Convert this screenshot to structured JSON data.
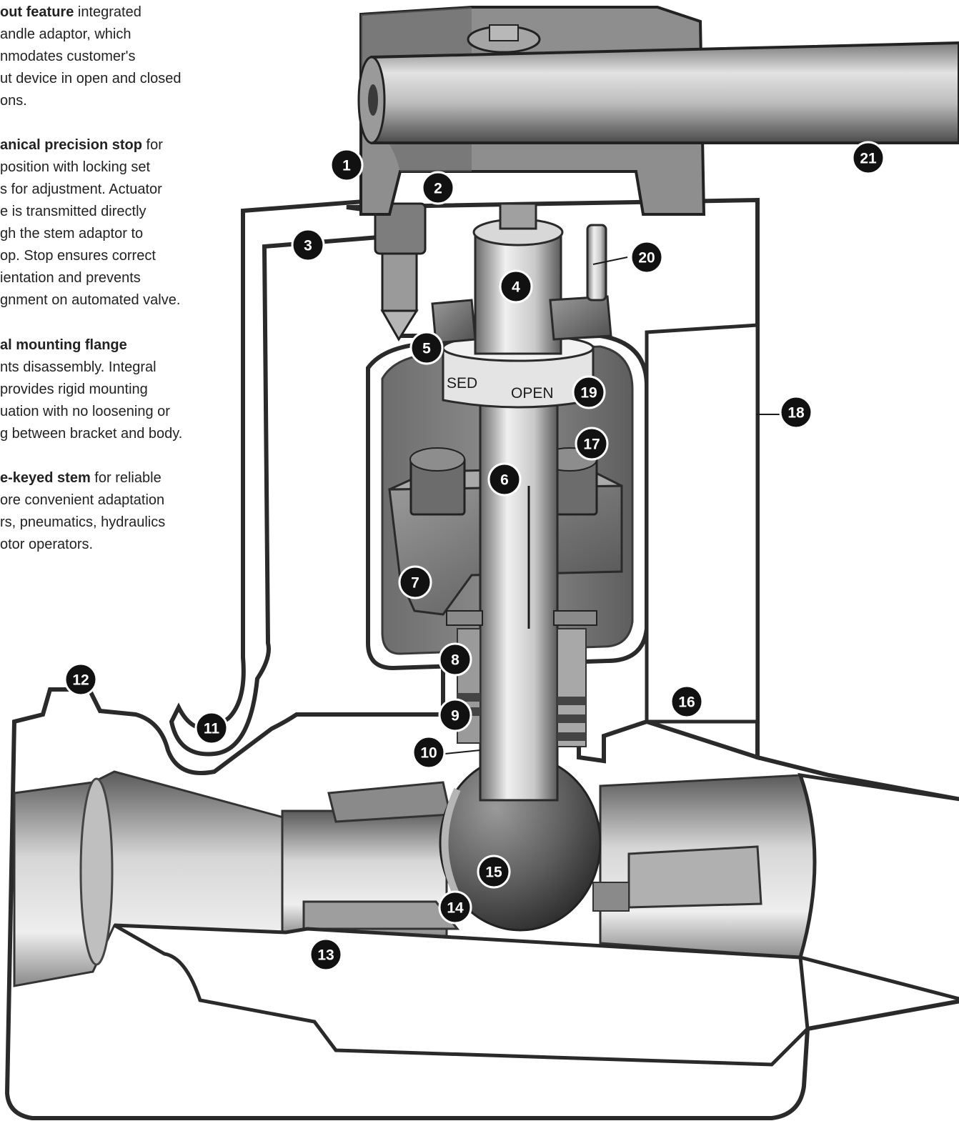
{
  "feature_text": [
    {
      "lines": [
        {
          "bold": "out feature",
          "rest": " integrated"
        },
        {
          "bold": "",
          "rest": "andle adaptor, which"
        },
        {
          "bold": "",
          "rest": "nmodates customer's"
        },
        {
          "bold": "",
          "rest": "ut device in open and closed"
        },
        {
          "bold": "",
          "rest": "ons."
        }
      ]
    },
    {
      "lines": [
        {
          "bold": "anical precision stop",
          "rest": " for"
        },
        {
          "bold": "",
          "rest": "position with locking set"
        },
        {
          "bold": "",
          "rest": "s for adjustment. Actuator"
        },
        {
          "bold": "",
          "rest": "e is transmitted directly"
        },
        {
          "bold": "",
          "rest": "gh the stem adaptor to"
        },
        {
          "bold": "",
          "rest": "op. Stop ensures correct"
        },
        {
          "bold": "",
          "rest": "ientation and prevents"
        },
        {
          "bold": "",
          "rest": "gnment on automated valve."
        }
      ]
    },
    {
      "lines": [
        {
          "bold": "al mounting flange",
          "rest": ""
        },
        {
          "bold": "",
          "rest": "nts disassembly. Integral"
        },
        {
          "bold": "",
          "rest": "provides rigid mounting"
        },
        {
          "bold": "",
          "rest": "uation with no loosening or"
        },
        {
          "bold": "",
          "rest": "g between bracket and body."
        }
      ]
    },
    {
      "lines": [
        {
          "bold": "e-keyed stem",
          "rest": " for reliable"
        },
        {
          "bold": "",
          "rest": "ore convenient adaptation"
        },
        {
          "bold": "",
          "rest": "rs, pneumatics, hydraulics"
        },
        {
          "bold": "",
          "rest": "otor operators."
        }
      ]
    }
  ],
  "gauge_ring": {
    "open_label": "OPEN",
    "closed_label_fragment": "SED"
  },
  "callouts": [
    "1",
    "2",
    "3",
    "4",
    "5",
    "6",
    "7",
    "8",
    "9",
    "10",
    "11",
    "12",
    "13",
    "14",
    "15",
    "16",
    "17",
    "18",
    "19",
    "20",
    "21"
  ],
  "colors": {
    "callout_fill": "#111111",
    "callout_text": "#ffffff",
    "metal_light": "#d9d9d9",
    "metal_dark": "#5a5a5a",
    "cut_face": "#ffffff",
    "outline": "#2a2a2a"
  }
}
